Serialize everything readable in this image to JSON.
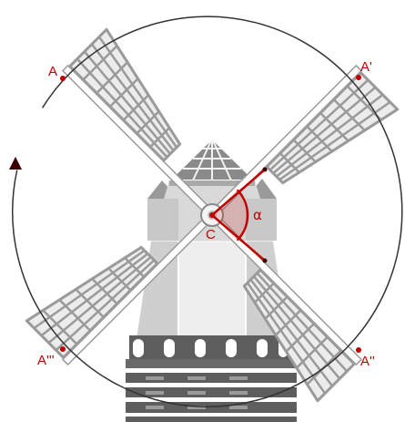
{
  "points": {
    "a": "A",
    "a1": "A'",
    "a2": "A''",
    "a3": "A'''",
    "c": "C"
  },
  "angle_label": "α",
  "colors": {
    "accent": "#c00000",
    "circle": "#333333",
    "arrow": "#3a0000",
    "tower_dark": "#5a5a5a",
    "tower_mid": "#8c8c8c",
    "tower_light": "#cfcfcf",
    "sail_frame": "#9a9a9a",
    "sail_fill": "#ececec"
  }
}
